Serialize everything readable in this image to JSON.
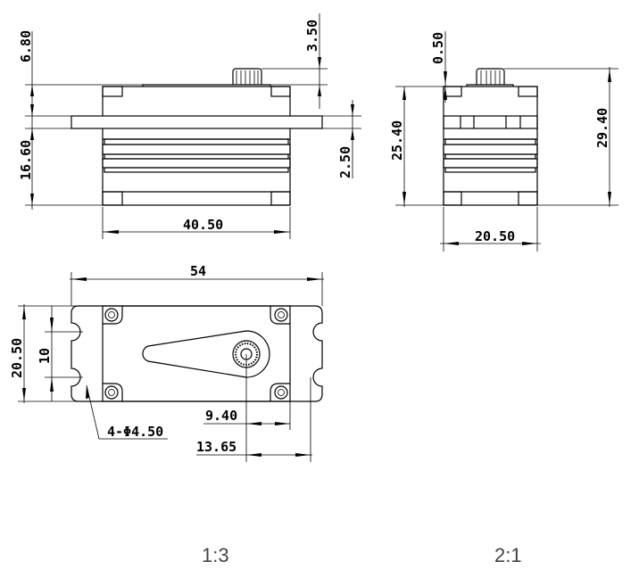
{
  "front_view": {
    "dims": {
      "top_height": "6.80",
      "body_height": "16.60",
      "spline_height": "3.50",
      "flange_thickness": "2.50",
      "body_width": "40.50"
    }
  },
  "side_view": {
    "dims": {
      "spline_offset": "0.50",
      "body_height": "25.40",
      "total_height": "29.40",
      "body_depth": "20.50"
    }
  },
  "bottom_view": {
    "dims": {
      "total_length": "54",
      "width": "20.50",
      "hole_spacing": "10",
      "holes": "4-Φ4.50",
      "shaft_to_body": "9.40",
      "shaft_to_hole": "13.65"
    }
  },
  "scales": {
    "left": "1:3",
    "right": "2:1"
  }
}
